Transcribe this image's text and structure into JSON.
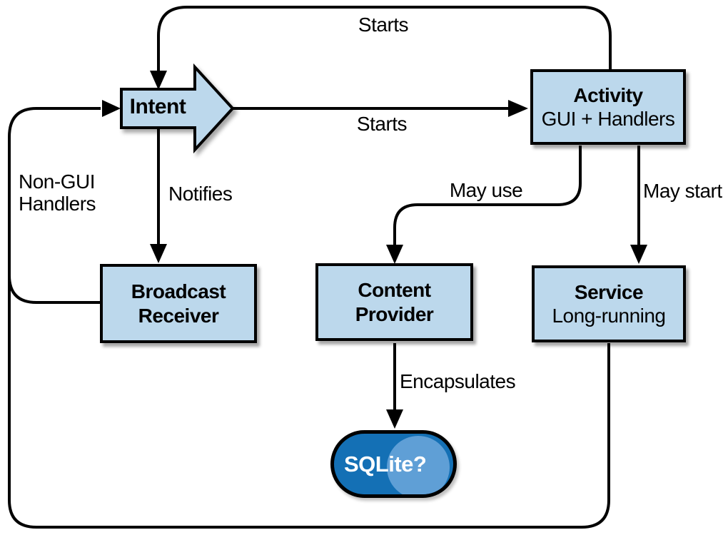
{
  "diagram": {
    "colors": {
      "line": "#000000",
      "node_fill": "#bcd8ec",
      "node_border": "#000000",
      "sqlite_fill": "#1470b5",
      "sqlite_highlight": "#5f9fd6",
      "sqlite_text": "#ffffff"
    },
    "nodes": {
      "intent": {
        "label": "Intent"
      },
      "activity": {
        "title": "Activity",
        "subtitle": "GUI + Handlers"
      },
      "broadcast_receiver": {
        "title": "Broadcast\nReceiver"
      },
      "content_provider": {
        "title": "Content\nProvider"
      },
      "service": {
        "title": "Service",
        "subtitle": "Long-running"
      },
      "sqlite": {
        "label": "SQLite?"
      }
    },
    "edges": {
      "starts_top": "Starts",
      "starts_mid": "Starts",
      "notifies": "Notifies",
      "non_gui_handlers": "Non-GUI\nHandlers",
      "may_use": "May use",
      "may_start": "May start",
      "encapsulates": "Encapsulates"
    }
  }
}
